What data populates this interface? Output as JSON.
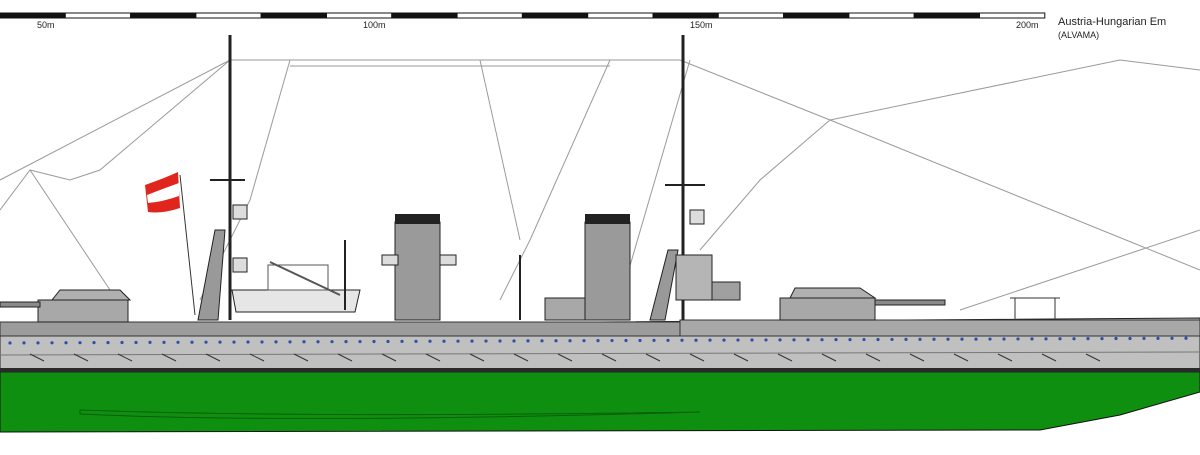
{
  "scale": {
    "labels": [
      "50m",
      "100m",
      "150m",
      "200m"
    ]
  },
  "caption": {
    "title": "Austria-Hungarian Em",
    "subtitle": "(ALVAMA)"
  },
  "colors": {
    "hull_upper": "#c0c0c0",
    "hull_lower": "#0f8f0f",
    "deck_dark": "#8a8a8a",
    "funnel_top": "#222222",
    "porthole": "#2f4fa8",
    "flag_red": "#e0261c",
    "flag_white": "#ffffff",
    "rigging": "#9a9a9a"
  }
}
